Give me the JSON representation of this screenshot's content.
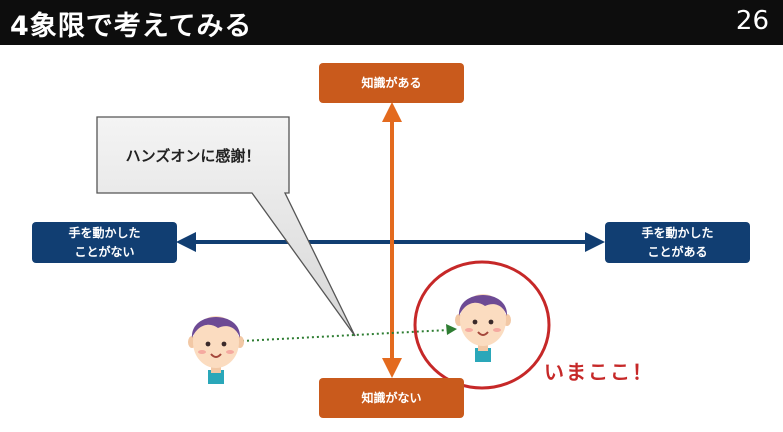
{
  "header": {
    "title": "4象限で考えてみる",
    "page_number": "26"
  },
  "diagram": {
    "top_label": "知識がある",
    "bottom_label": "知識がない",
    "left_label_line1": "手を動かした",
    "left_label_line2": "ことがない",
    "right_label_line1": "手を動かした",
    "right_label_line2": "ことがある",
    "speech_bubble": "ハンズオンに感謝！",
    "here_label": "いまここ！",
    "colors": {
      "orange": "#c95a1c",
      "navy": "#113e72",
      "green_arrow": "#2e7d32",
      "circle": "#c62828"
    }
  }
}
